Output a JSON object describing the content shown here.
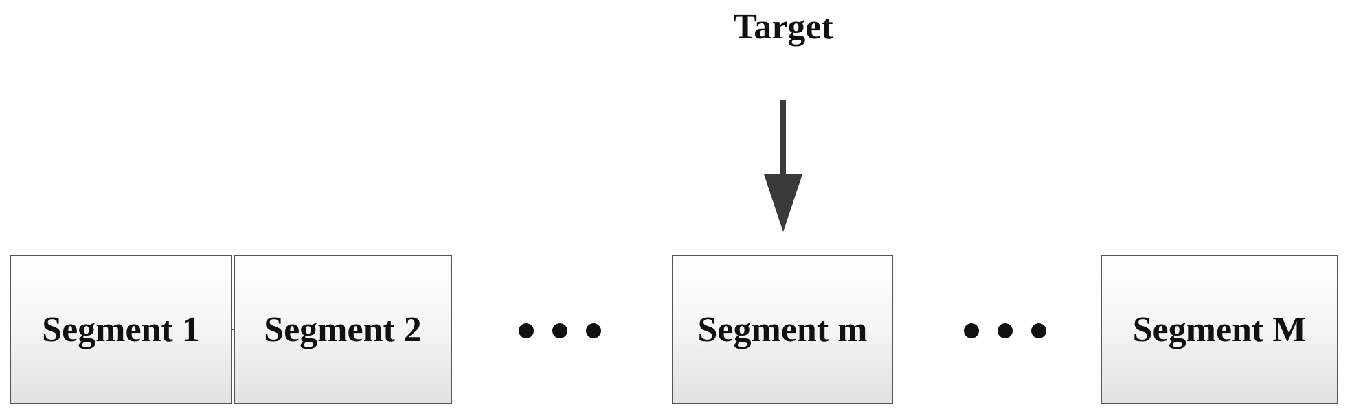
{
  "target": {
    "label": "Target"
  },
  "segments": [
    {
      "label": "Segment 1"
    },
    {
      "label": "Segment 2"
    },
    {
      "label": "Segment m"
    },
    {
      "label": "Segment M"
    }
  ],
  "colors": {
    "box_border": "#555555",
    "box_fill_top": "#ffffff",
    "box_fill_bottom": "#e2e2e2",
    "arrow": "#3a3a3a",
    "text": "#111111"
  }
}
